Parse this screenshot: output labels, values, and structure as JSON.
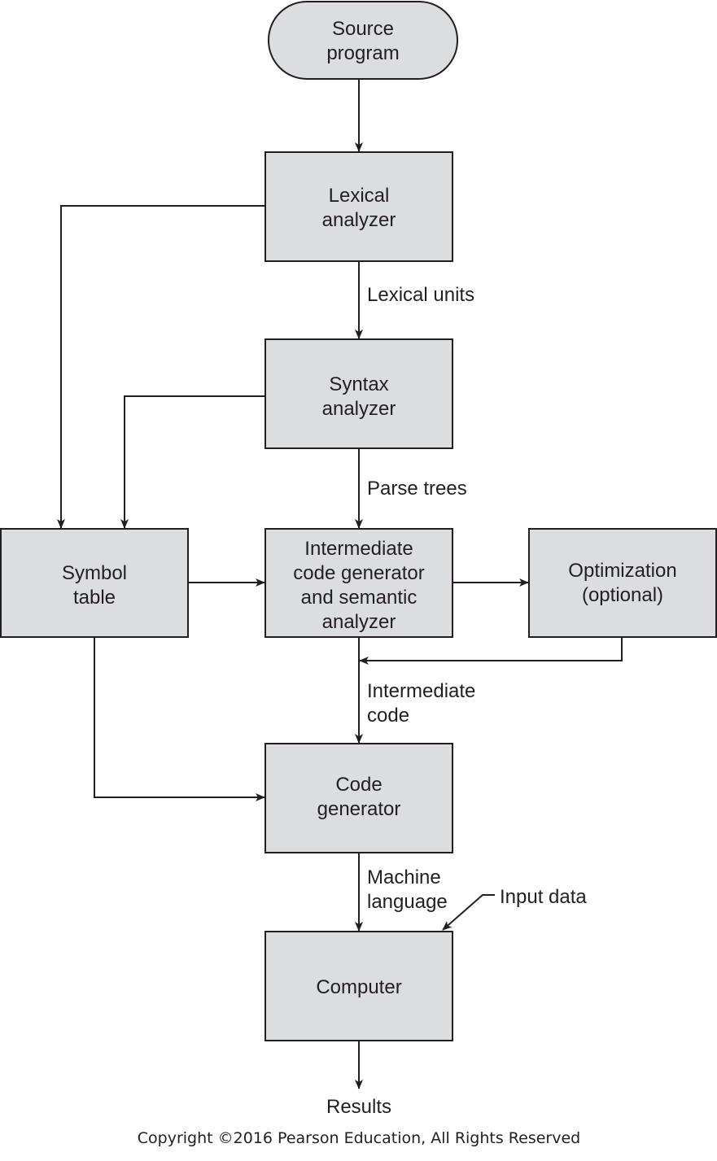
{
  "nodes": {
    "source": [
      "Source",
      "program"
    ],
    "lexical": [
      "Lexical",
      "analyzer"
    ],
    "syntax": [
      "Syntax",
      "analyzer"
    ],
    "symbol": [
      "Symbol",
      "table"
    ],
    "intermediate": [
      "Intermediate",
      "code generator",
      "and semantic",
      "analyzer"
    ],
    "optimization": [
      "Optimization",
      "(optional)"
    ],
    "codegen": [
      "Code",
      "generator"
    ],
    "computer": [
      "Computer"
    ]
  },
  "edges": {
    "lexical_units": "Lexical units",
    "parse_trees": "Parse trees",
    "intermediate_code": [
      "Intermediate",
      "code"
    ],
    "machine_language": [
      "Machine",
      "language"
    ],
    "input_data": "Input data",
    "results": "Results"
  },
  "copyright": "Copyright ©2016 Pearson Education, All Rights Reserved",
  "colors": {
    "box_fill": "#dcdddf",
    "stroke": "#231f20"
  }
}
